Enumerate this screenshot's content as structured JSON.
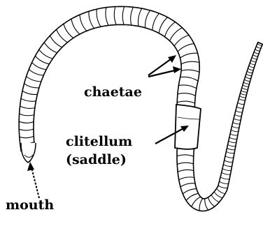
{
  "labels": {
    "chaetae": "chaetae",
    "clitellum": "clitellum",
    "saddle": "(saddle)",
    "mouth": "mouth"
  }
}
